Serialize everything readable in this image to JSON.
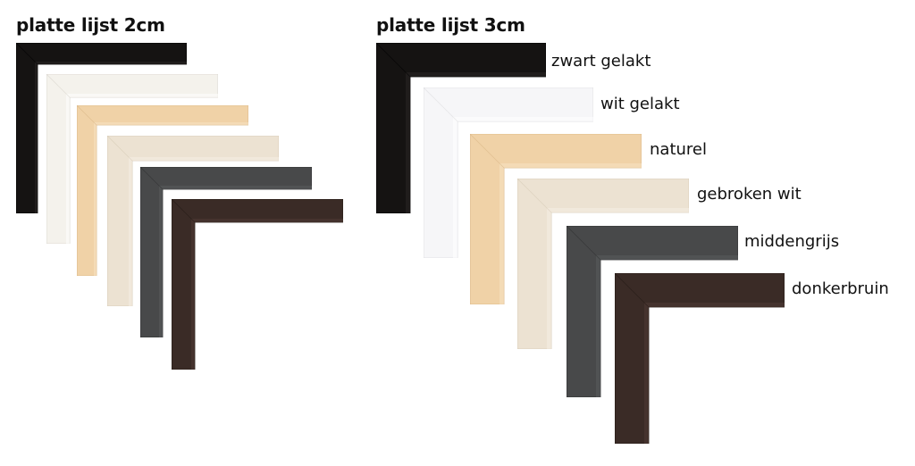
{
  "sections": [
    {
      "heading": "platte lijst 2cm",
      "frames": [
        {
          "color": "#151312",
          "edge": "#000000",
          "shade": "#2a2624"
        },
        {
          "color": "#f4f2ec",
          "edge": "#d7d4cc",
          "shade": "#ffffff"
        },
        {
          "color": "#f0d2a7",
          "edge": "#d9b686",
          "shade": "#f7e2c2"
        },
        {
          "color": "#ece2d2",
          "edge": "#d6cab6",
          "shade": "#f5eee3"
        },
        {
          "color": "#48494a",
          "edge": "#2f3031",
          "shade": "#5a5b5c"
        },
        {
          "color": "#3a2b26",
          "edge": "#231914",
          "shade": "#4e3b34"
        }
      ]
    },
    {
      "heading": "platte lijst 3cm",
      "frames": [
        {
          "color": "#151312",
          "edge": "#000000",
          "shade": "#2a2624",
          "label": "zwart gelakt"
        },
        {
          "color": "#f6f6f8",
          "edge": "#dcdcdf",
          "shade": "#ffffff",
          "label": "wit gelakt"
        },
        {
          "color": "#f0d2a7",
          "edge": "#d9b686",
          "shade": "#f7e2c2",
          "label": "naturel"
        },
        {
          "color": "#ece2d2",
          "edge": "#d6cab6",
          "shade": "#f5eee3",
          "label": "gebroken wit"
        },
        {
          "color": "#48494a",
          "edge": "#2f3031",
          "shade": "#5a5b5c",
          "label": "middengrijs"
        },
        {
          "color": "#3a2b26",
          "edge": "#231914",
          "shade": "#4e3b34",
          "label": "donkerbruin"
        }
      ]
    }
  ]
}
